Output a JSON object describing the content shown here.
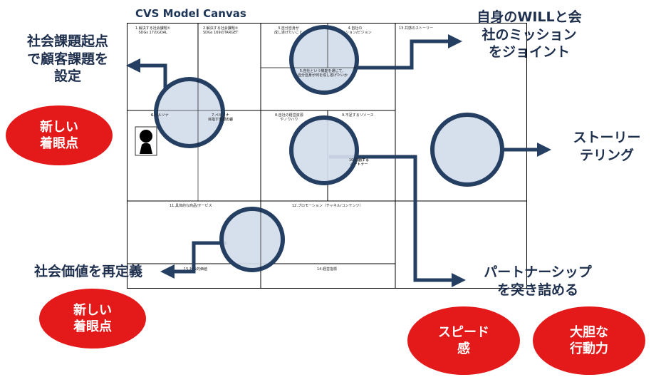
{
  "canvas": {
    "title": "CVS Model Canvas",
    "cells": {
      "c1": "1.解決する社会課題①",
      "c1sub": "SDGs 17のGOAL",
      "c2": "2.解決する社会課題②",
      "c2sub": "SDGs 169のTARGET",
      "c3a": "3.自分自身が",
      "c3b": "成し遂げたいこと",
      "c4a": "4.自社の",
      "c4b": "ミッション/ビジョン",
      "c5a": "5.自社という機能を通じて、",
      "c5b": "自分自身が何を成し遂げたいか",
      "c6": "6.ペルソナ",
      "c7a": "7.ペルソナ",
      "c7b": "目指す理想の姿",
      "c8a": "8.自社の経営資源",
      "c8b": "やノウハウ",
      "c9": "9.不足するリソース",
      "c10a": "10.共創する",
      "c10b": "パートナー",
      "c11": "11.具体的な商品/サービス",
      "c12": "12.プロモーション（チャネル/コンテンツ）",
      "c13": "13.共感のストーリー",
      "c14": "14.経営指標",
      "c15": "15.社会的価値"
    }
  },
  "callouts": {
    "social_issue": [
      "社会課題起点",
      "で顧客課題を",
      "設定"
    ],
    "will_mission": [
      "自身のWILLと会",
      "社のミッション",
      "をジョイント"
    ],
    "storytelling": [
      "ストーリー",
      "テリング"
    ],
    "social_value": [
      "社会価値を再定義"
    ],
    "partnership": [
      "パートナーシップ",
      "を突き詰める"
    ]
  },
  "badges": {
    "new_view_1": [
      "新しい",
      "着眼点"
    ],
    "new_view_2": [
      "新しい",
      "着眼点"
    ],
    "speed": [
      "スピード",
      "感"
    ],
    "bold_action": [
      "大胆な",
      "行動力"
    ]
  },
  "colors": {
    "circle_fill": "#d3dcea",
    "circle_stroke": "#253f63",
    "arrow": "#253f63",
    "badge": "#e3191a",
    "callout_text": "#1e2f4d"
  },
  "icons": {
    "persona": "person-silhouette-icon"
  }
}
